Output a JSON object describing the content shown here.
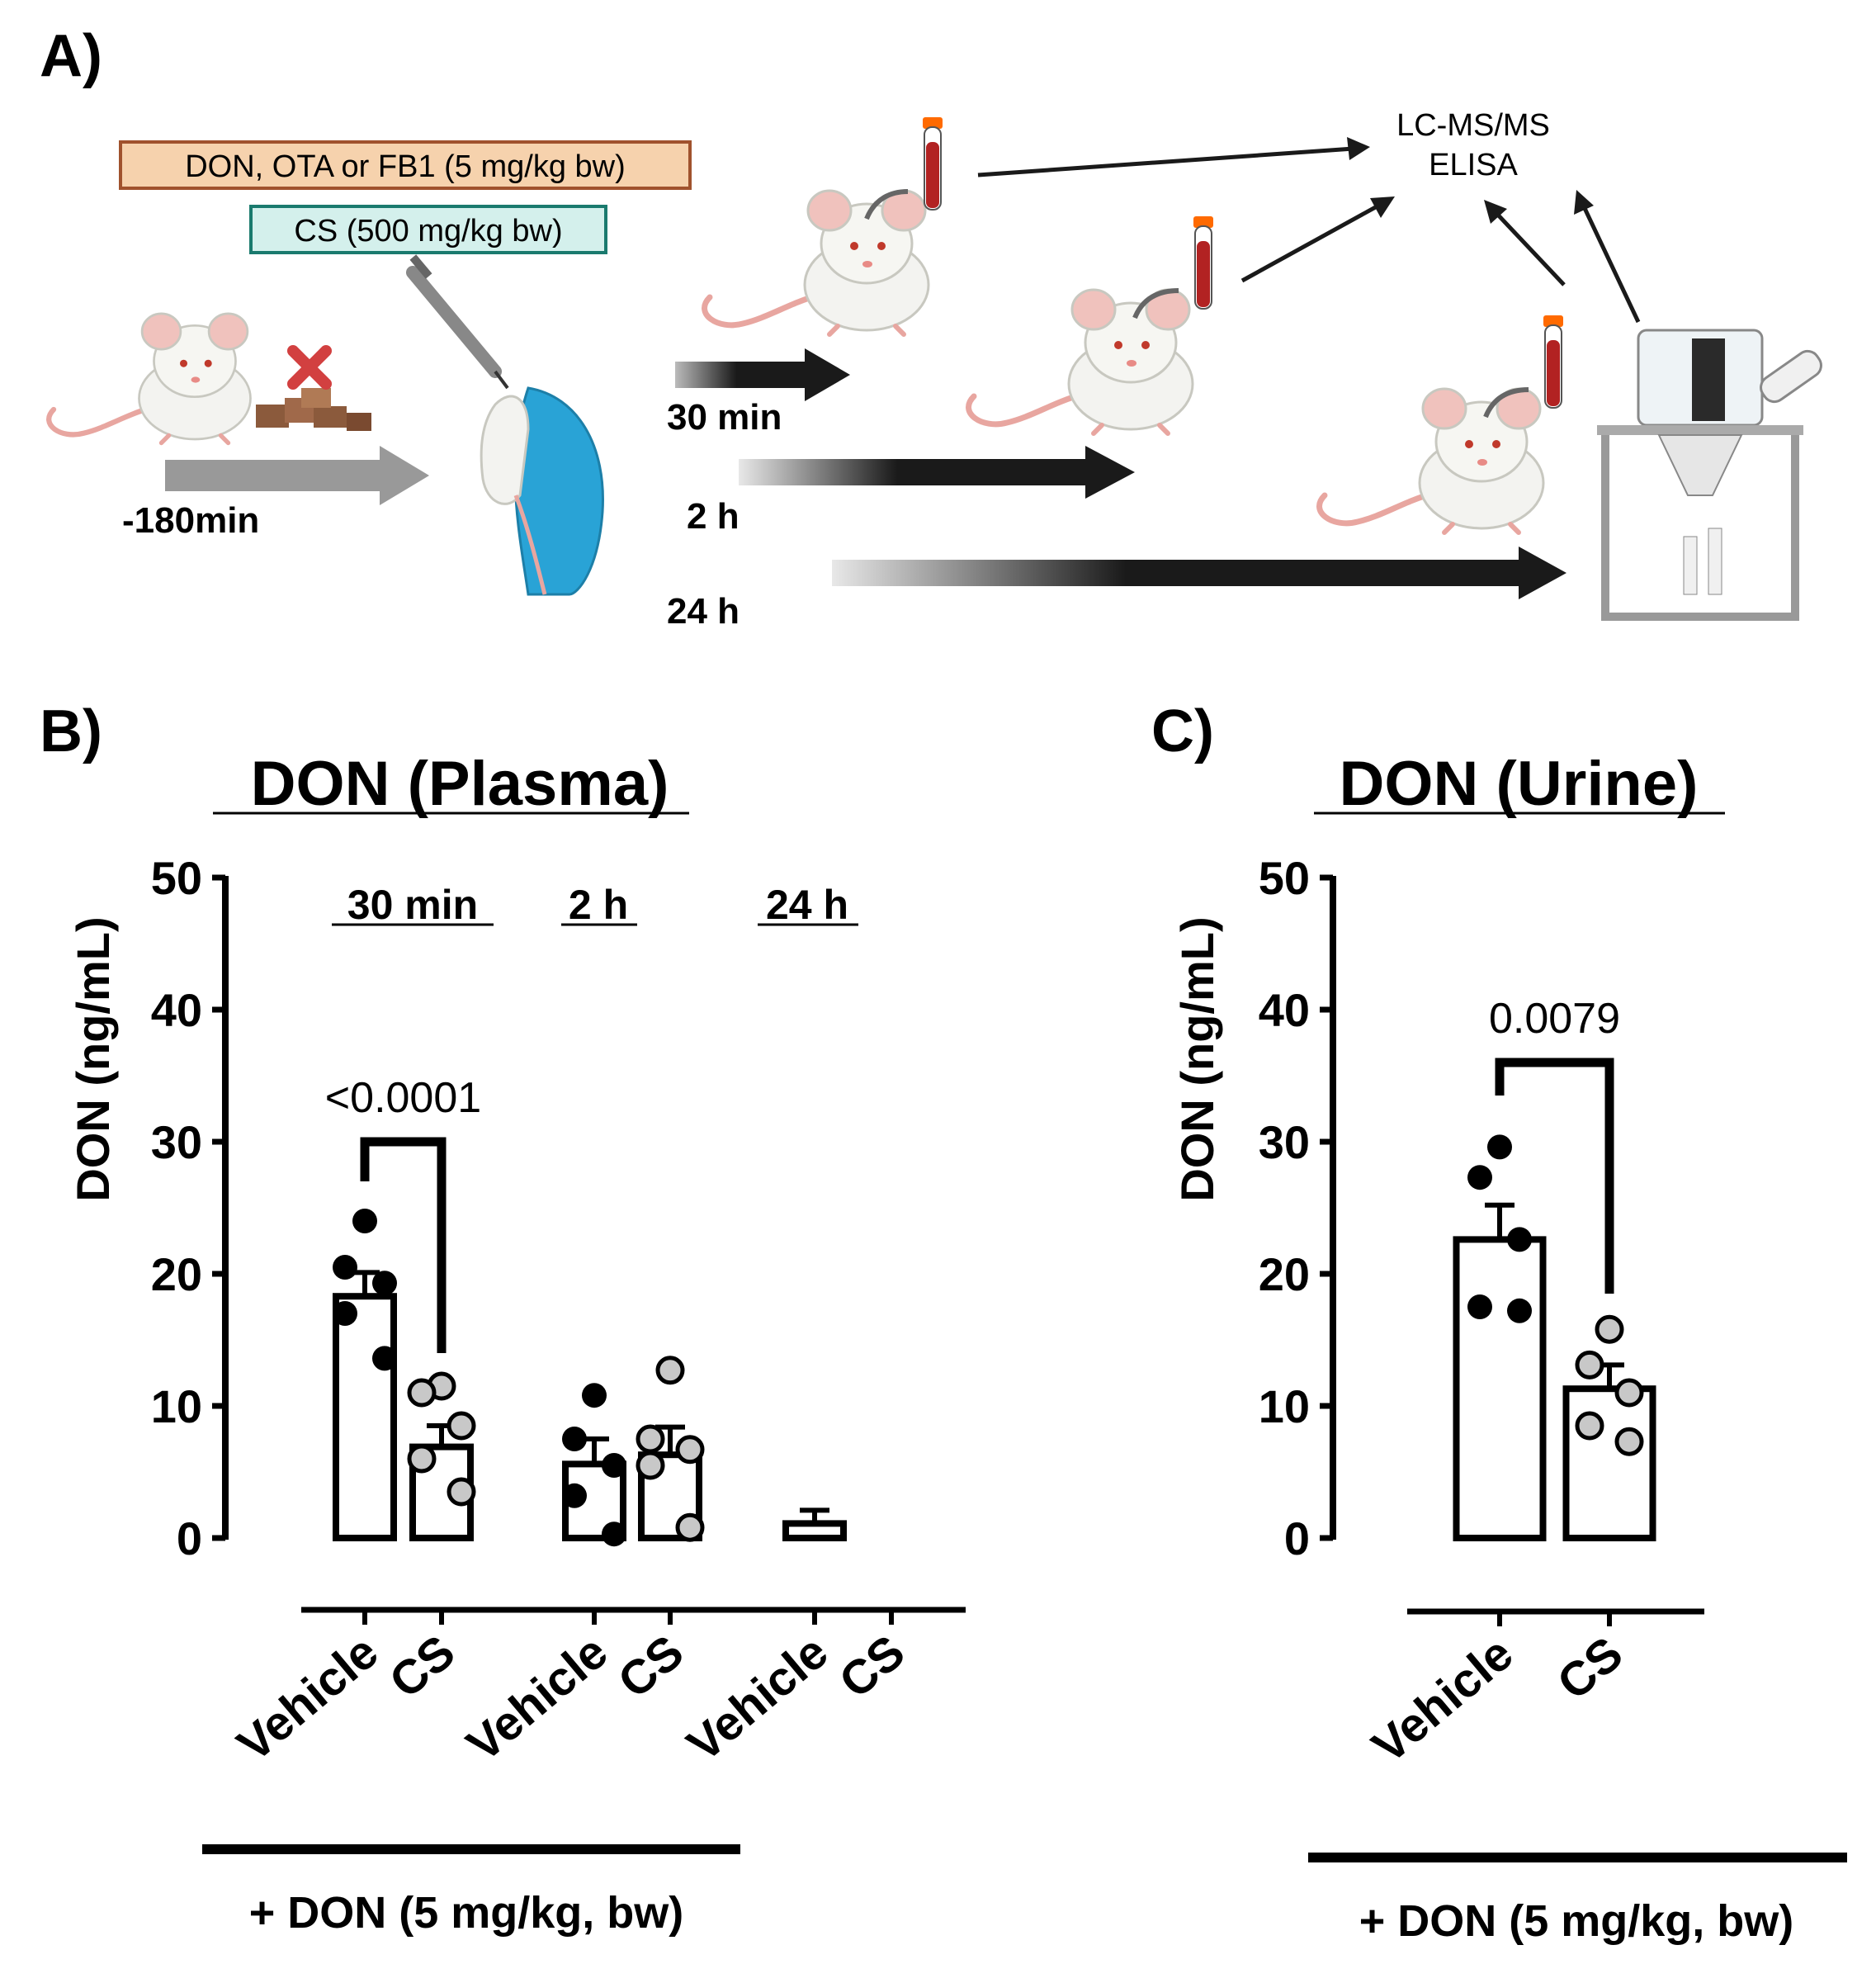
{
  "panel_a": {
    "letter": "A)",
    "dose_label": "DON, OTA or FB1 (5 mg/kg bw)",
    "cs_label": "CS (500 mg/kg bw)",
    "pre_time": "-180min",
    "times": [
      "30 min",
      "2 h",
      "24 h"
    ],
    "analysis": [
      "LC-MS/MS",
      "ELISA"
    ]
  },
  "panel_b": {
    "letter": "B)",
    "title": "DON (Plasma)",
    "footer": "+ DON (5 mg/kg, bw)",
    "pvalue": "<0.0001"
  },
  "panel_c": {
    "letter": "C)",
    "title": "DON (Urine)",
    "footer": "+ DON (5 mg/kg, bw)",
    "pvalue": "0.0079"
  },
  "colors": {
    "vehicle_dot": "#000000",
    "cs_dot": "#c8c8c8",
    "dose_box_fill": "#f6d2ad",
    "dose_box_stroke": "#a0522d",
    "cs_box_fill": "#d4f0ec",
    "cs_box_stroke": "#1a7a6e",
    "tube_red": "#b22222",
    "tube_cap": "#ff6a00",
    "glove": "#29a3d6"
  },
  "chart_data": [
    {
      "type": "bar",
      "title": "DON (Plasma)",
      "ylabel": "DON (ng/mL)",
      "ylim": [
        0,
        50
      ],
      "yticks": [
        0,
        10,
        20,
        30,
        40,
        50
      ],
      "groups": [
        "30 min",
        "2 h",
        "24 h"
      ],
      "categories": [
        "Vehicle",
        "CS",
        "Vehicle",
        "CS",
        "Vehicle",
        "CS"
      ],
      "means": [
        18.3,
        6.9,
        5.6,
        6.3,
        1.1,
        0
      ],
      "sem": [
        1.8,
        1.6,
        1.9,
        2.1,
        1.0,
        0
      ],
      "points": [
        [
          24.0,
          20.5,
          19.3,
          17.0,
          13.6
        ],
        [
          11.5,
          11.0,
          8.5,
          6.0,
          3.5
        ],
        [
          10.8,
          7.5,
          5.5,
          3.2,
          0.3
        ],
        [
          12.7,
          7.5,
          6.7,
          5.5,
          0.8
        ],
        [],
        []
      ],
      "comparisons": [
        {
          "from": 0,
          "to": 1,
          "label": "<0.0001"
        }
      ]
    },
    {
      "type": "bar",
      "title": "DON (Urine)",
      "ylabel": "DON (ng/mL)",
      "ylim": [
        0,
        50
      ],
      "yticks": [
        0,
        10,
        20,
        30,
        40,
        50
      ],
      "categories": [
        "Vehicle",
        "CS"
      ],
      "means": [
        22.6,
        11.3
      ],
      "sem": [
        2.6,
        1.8
      ],
      "points": [
        [
          29.6,
          27.3,
          22.6,
          17.5,
          17.2
        ],
        [
          15.8,
          13.1,
          11.0,
          8.5,
          7.3
        ]
      ],
      "comparisons": [
        {
          "from": 0,
          "to": 1,
          "label": "0.0079"
        }
      ]
    }
  ]
}
